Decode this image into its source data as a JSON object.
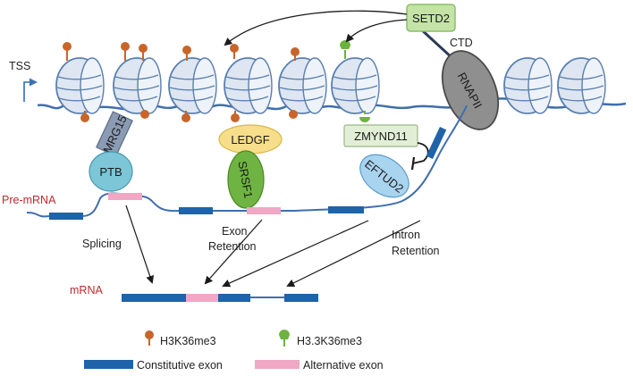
{
  "labels": {
    "tss": "TSS",
    "setd2": "SETD2",
    "ctd": "CTD",
    "rnapii": "RNAPII",
    "mrg15": "MRG15",
    "ptb": "PTB",
    "ledgf": "LEDGF",
    "srsf1": "SRSF1",
    "zmynd11": "ZMYND11",
    "eftud2": "EFTUD2",
    "pre_mrna": "Pre-mRNA",
    "mrna": "mRNA",
    "splicing": "Splicing",
    "exon_retention_1": "Exon",
    "exon_retention_2": "Retention",
    "intron_retention_1": "Intron",
    "intron_retention_2": "Retention"
  },
  "legend": {
    "h3k36me3": "H3K36me3",
    "h33k36me3": "H3.3K36me3",
    "constitutive_exon": "Constitutive exon",
    "alternative_exon": "Alternative exon"
  },
  "colors": {
    "dna": "#3f6fad",
    "nucleosome_fill": "#dde6f1",
    "nucleosome_stroke": "#5a7fb0",
    "h3k36me3": "#c8652a",
    "h33k36me3": "#6db33f",
    "constitutive_exon": "#1f63a8",
    "alternative_exon": "#f0a8c4",
    "setd2_fill": "#c4e3a6",
    "rnapii_fill": "#8f8f8f",
    "mrg15_fill": "#8a9bb3",
    "ptb_fill": "#7cc6d8",
    "ledgf_fill": "#f7de8a",
    "srsf1_fill": "#6fb442",
    "zmynd11_fill": "#e2efd6",
    "eftud2_fill": "#a9d4ef",
    "red_label": "#c0282d"
  },
  "icons": [
    "h3k36me3-mark-icon",
    "h33k36me3-mark-icon",
    "arrow-icon",
    "inhibition-icon",
    "tss-arrow-icon"
  ]
}
